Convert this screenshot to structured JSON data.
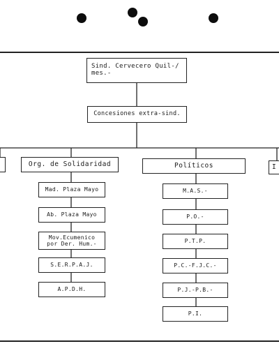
{
  "diagram": {
    "root": "Sind. Cervecero Quil-/\nmes.-",
    "middle": "Concesiones extra-sind.",
    "categories": {
      "left_cut": "",
      "solidaridad": "Org. de Solidaridad",
      "politicos": "Políticos",
      "right_cut": "I"
    },
    "solidaridad_items": [
      "Mad. Plaza Mayo",
      "Ab. Plaza Mayo",
      "Mov.Ecumenico\npor Der. Hum.-",
      "S.E.R.P.A.J.",
      "A.P.D.H."
    ],
    "politicos_items": [
      "M.A.S.-",
      "P.O.-",
      "P.T.P.",
      "P.C.-F.J.C.-",
      "P.J.-P.B.-",
      "P.I."
    ]
  }
}
